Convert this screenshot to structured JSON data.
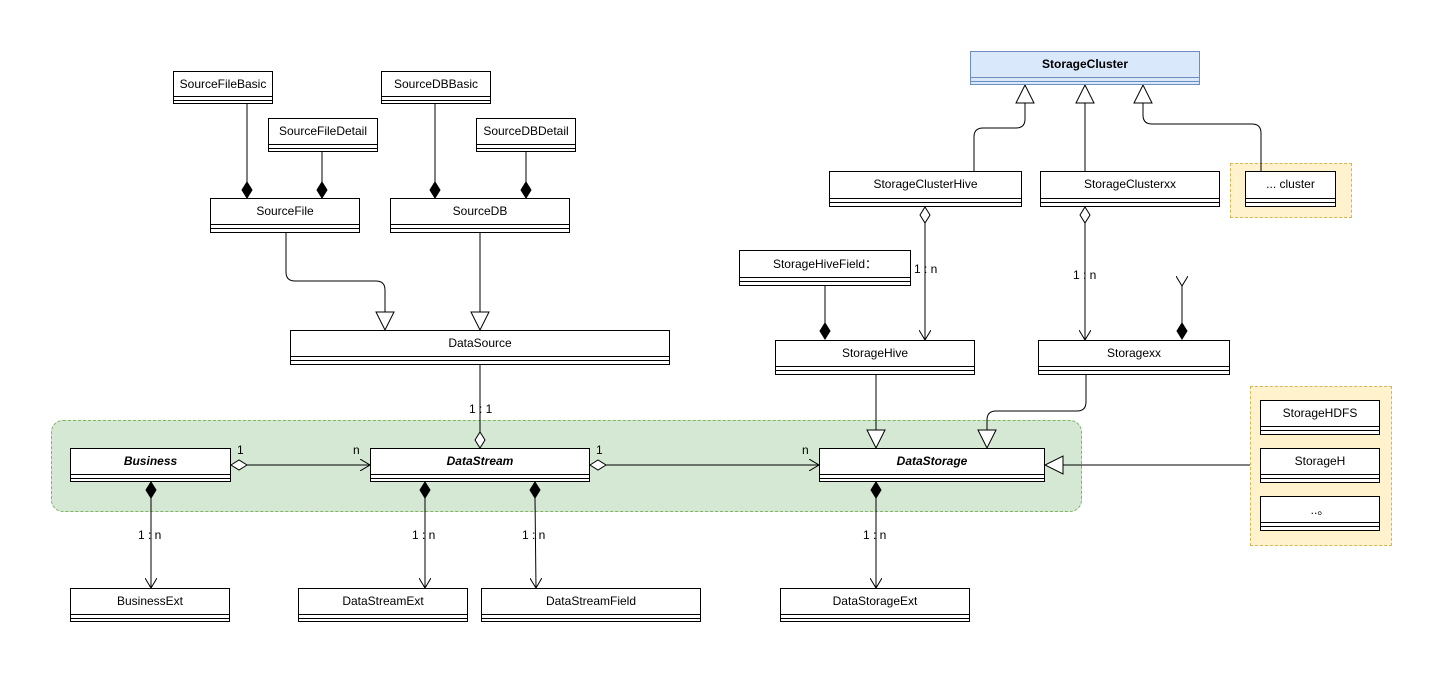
{
  "classes": {
    "source_file_basic": "SourceFileBasic",
    "source_file_detail": "SourceFileDetail",
    "source_db_basic": "SourceDBBasic",
    "source_db_detail": "SourceDBDetail",
    "source_file": "SourceFile",
    "source_db": "SourceDB",
    "data_source": "DataSource",
    "storage_cluster": "StorageCluster",
    "storage_cluster_hive": "StorageClusterHive",
    "storage_cluster_xx": "StorageClusterxx",
    "cluster_other": "... cluster",
    "storage_hive_field": "StorageHiveField：",
    "storage_hive": "StorageHive",
    "storage_xx": "Storagexx",
    "business": "Business",
    "data_stream": "DataStream",
    "data_storage": "DataStorage",
    "storage_hdfs": "StorageHDFS",
    "storage_h": "StorageH",
    "storage_etc": "..。",
    "business_ext": "BusinessExt",
    "data_stream_ext": "DataStreamExt",
    "data_stream_field": "DataStreamField",
    "data_storage_ext": "DataStorageExt"
  },
  "multiplicities": {
    "cluster_hive_to_hive": "1 : n",
    "cluster_xx_to_xx": "1 : n",
    "stream_to_source": "1 : 1",
    "business_one": "1",
    "stream_n": "n",
    "stream_one": "1",
    "storage_n": "n",
    "business_to_ext": "1 : n",
    "stream_to_ext": "1 : n",
    "stream_to_field": "1 : n",
    "storage_to_ext": "1 : n"
  },
  "colors": {
    "band_fill": "#d5e8d4",
    "band_stroke": "#82b366",
    "group_fill": "#fff2cc",
    "group_stroke": "#d6b656",
    "header_fill": "#dae8fc",
    "header_stroke": "#6c8ebf"
  }
}
